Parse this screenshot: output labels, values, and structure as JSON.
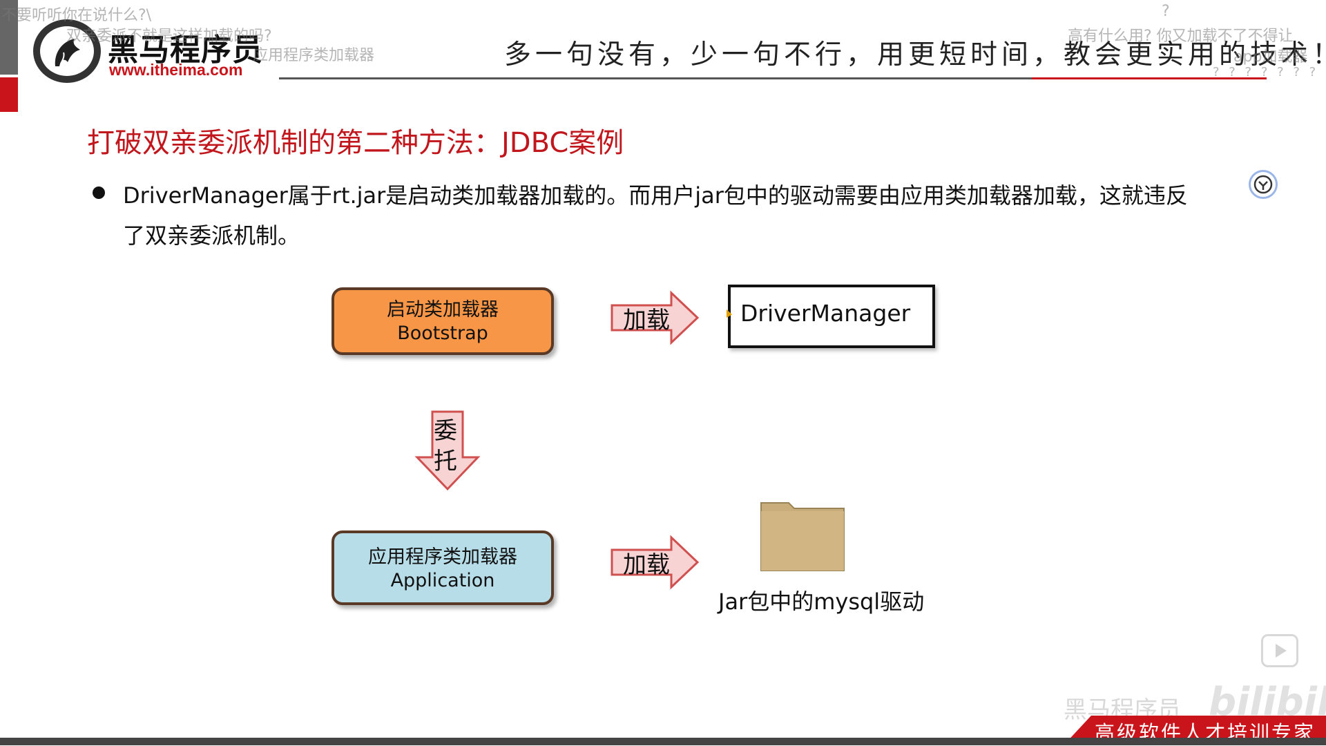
{
  "header": {
    "logo_brand": "黑马程序员",
    "logo_url": "www.itheima.com",
    "slogan": "多一句没有，少一句不行，用更短时间，教会更实用的技术！"
  },
  "danmaku": [
    "不要听听你在说什么?\\",
    "双亲委派不就是这样加载的吗?",
    "应用程序类加载器",
    "?",
    "高有什么用? 你又加载不了不得让",
    "app加载器",
    "? ? ? ? ? ? ?"
  ],
  "slide": {
    "title": "打破双亲委派机制的第二种方法：JDBC案例",
    "bullet_line1": "DriverManager属于rt.jar是启动类加载器加载的。而用户jar包中的驱动需要由应用类加载器加载，这就违反",
    "bullet_line2": "了双亲委派机制。"
  },
  "diagram": {
    "bootstrap_cn": "启动类加载器",
    "bootstrap_en": "Bootstrap",
    "app_cn": "应用程序类加载器",
    "app_en": "Application",
    "arrow_load_1": "加载",
    "arrow_load_2": "加载",
    "arrow_delegate_1": "委",
    "arrow_delegate_2": "托",
    "driver_manager": "DriverManager",
    "folder_caption": "Jar包中的mysql驱动",
    "colors": {
      "bootstrap_fill": "#f79646",
      "app_fill": "#b7dde8",
      "arrow_fill": "#f8d3d3",
      "arrow_stroke": "#d05050",
      "folder_fill": "#c9ad7a"
    }
  },
  "footer": {
    "slogan": "高级软件人才培训专家",
    "watermark_left": "黑马程序员",
    "watermark_right": "bilibili"
  },
  "icons": {
    "side": "smiley-icon",
    "player": "play-icon"
  }
}
